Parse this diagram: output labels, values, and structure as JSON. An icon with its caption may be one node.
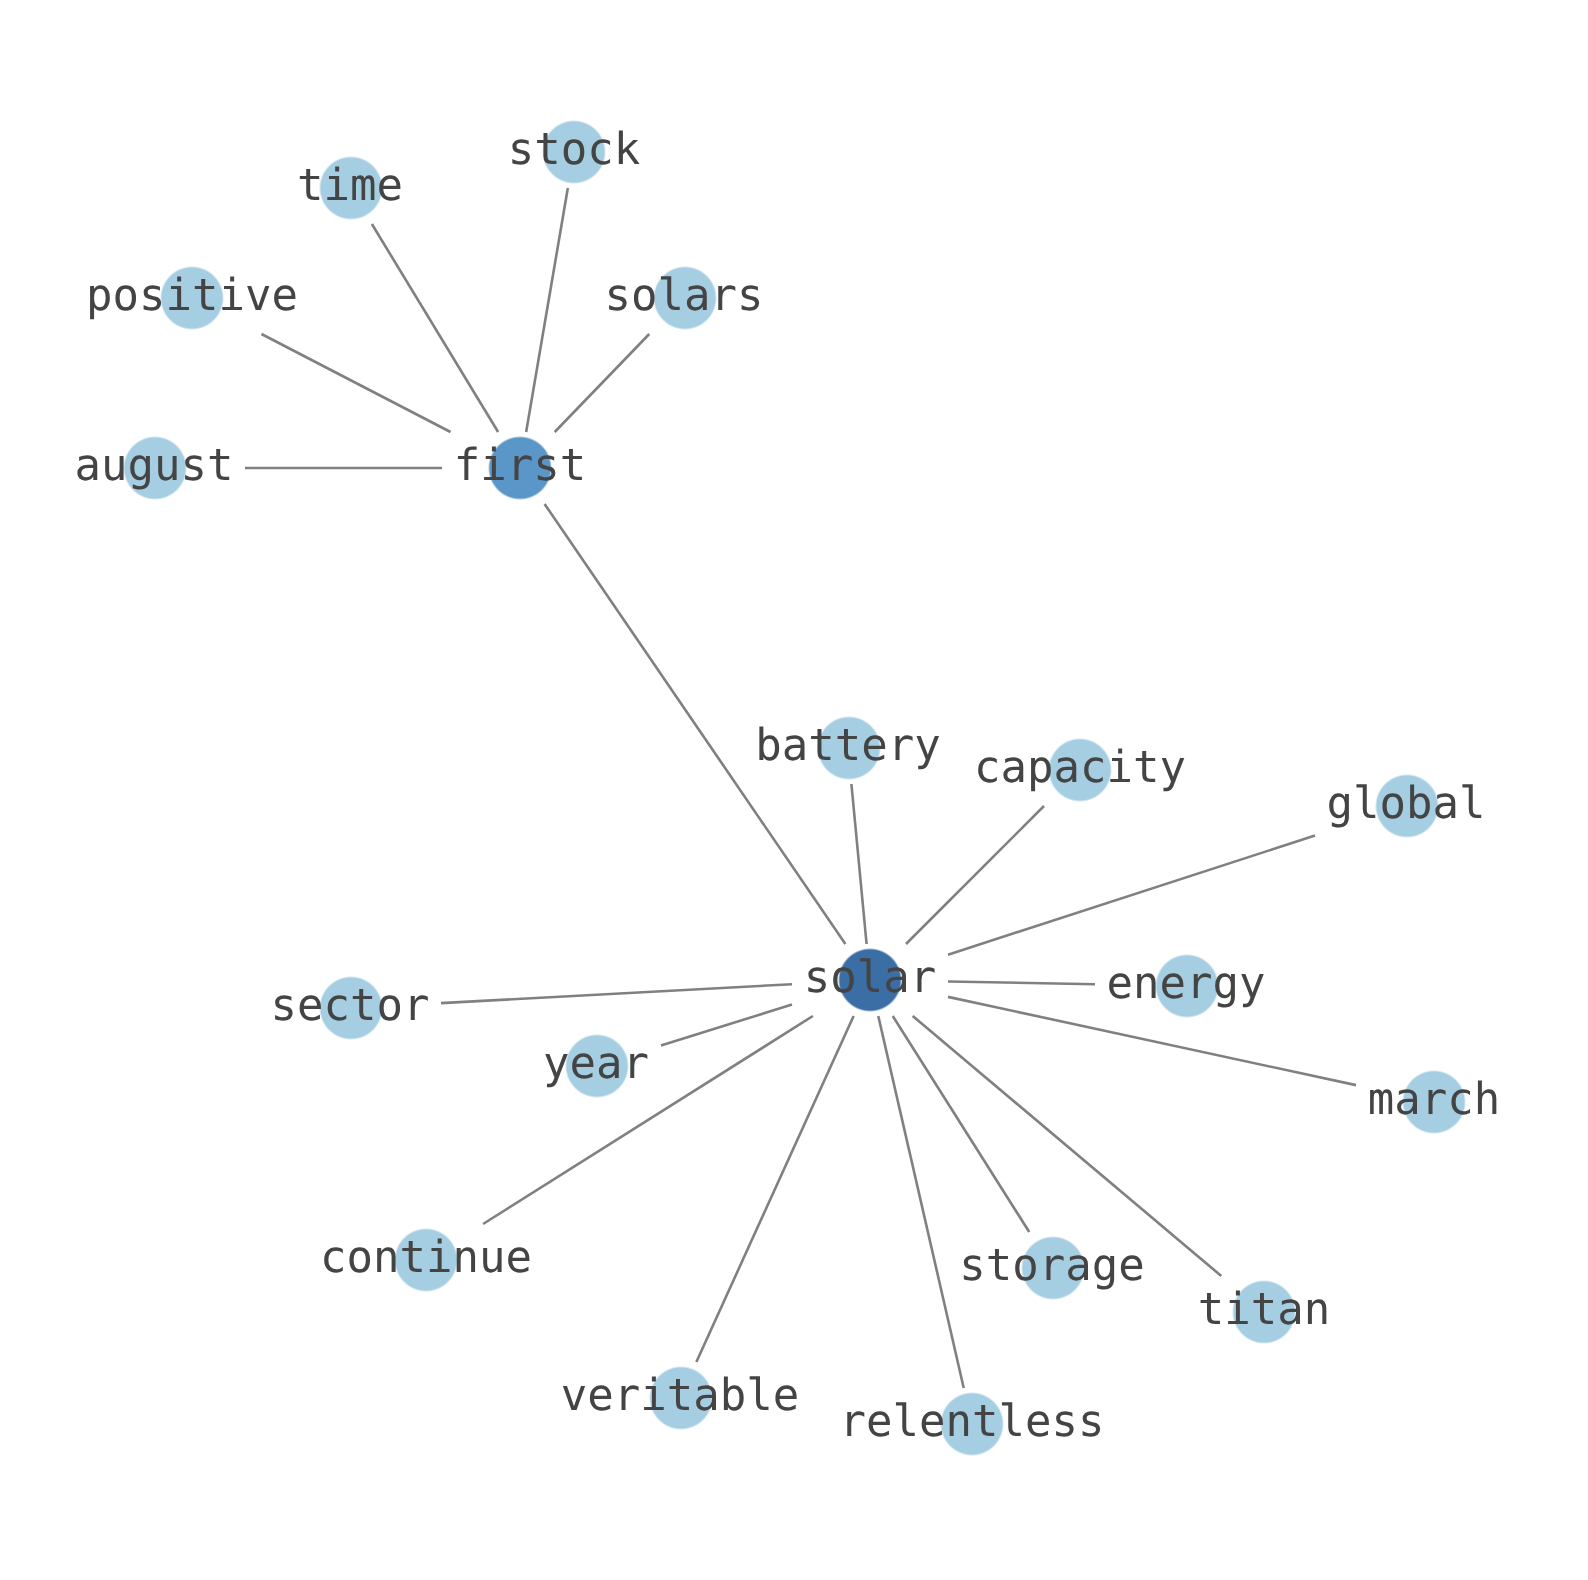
{
  "diagram": {
    "nodes": [
      {
        "text": [
          "stock"
        ]
      },
      {
        "text": [
          "time"
        ]
      },
      {
        "text": [
          "positive"
        ]
      },
      {
        "text": [
          "solars"
        ]
      },
      {
        "text": [
          "august"
        ]
      },
      {
        "text": [
          "first"
        ]
      },
      {
        "text": [
          "battery"
        ]
      },
      {
        "text": [
          "capacity"
        ]
      },
      {
        "text": [
          "global"
        ]
      },
      {
        "text": [
          "solar"
        ]
      },
      {
        "text": [
          "energy"
        ]
      },
      {
        "text": [
          "sector"
        ]
      },
      {
        "text": [
          "year"
        ]
      },
      {
        "text": [
          "march"
        ]
      },
      {
        "text": [
          "storage"
        ]
      },
      {
        "text": [
          "continue"
        ]
      },
      {
        "text": [
          "titan"
        ]
      },
      {
        "text": [
          "veritable"
        ]
      },
      {
        "text": [
          "relentless"
        ]
      }
    ],
    "edges": [
      {
        "from": 5,
        "to": 0,
        "arrow": "none"
      },
      {
        "from": 5,
        "to": 1,
        "arrow": "none"
      },
      {
        "from": 5,
        "to": 2,
        "arrow": "none"
      },
      {
        "from": 5,
        "to": 3,
        "arrow": "none"
      },
      {
        "from": 5,
        "to": 4,
        "arrow": "none"
      },
      {
        "from": 5,
        "to": 9,
        "arrow": "none"
      },
      {
        "from": 9,
        "to": 6,
        "arrow": "none"
      },
      {
        "from": 9,
        "to": 7,
        "arrow": "none"
      },
      {
        "from": 9,
        "to": 8,
        "arrow": "none"
      },
      {
        "from": 9,
        "to": 10,
        "arrow": "none"
      },
      {
        "from": 9,
        "to": 11,
        "arrow": "none"
      },
      {
        "from": 9,
        "to": 12,
        "arrow": "none"
      },
      {
        "from": 9,
        "to": 13,
        "arrow": "none"
      },
      {
        "from": 9,
        "to": 14,
        "arrow": "none"
      },
      {
        "from": 9,
        "to": 15,
        "arrow": "none"
      },
      {
        "from": 9,
        "to": 16,
        "arrow": "none"
      },
      {
        "from": 9,
        "to": 17,
        "arrow": "none"
      },
      {
        "from": 9,
        "to": 18,
        "arrow": "none"
      }
    ]
  }
}
